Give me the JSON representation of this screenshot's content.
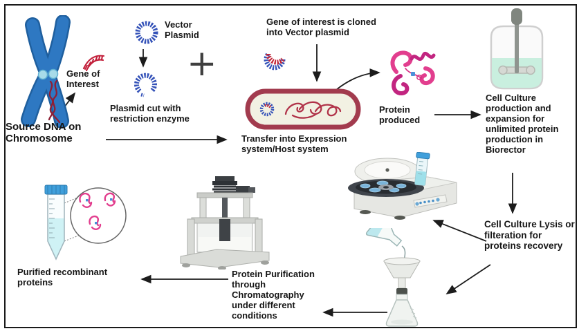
{
  "labels": {
    "source_dna": "Source DNA on Chromosome",
    "gene_of_interest": "Gene of Interest",
    "vector_plasmid": "Vector Plasmid",
    "plasmid_cut": "Plasmid cut with restriction enzyme",
    "plus_sign": "+",
    "gene_cloned": "Gene of interest is cloned into Vector plasmid",
    "transfer": "Transfer into Expression system/Host system",
    "protein_produced": "Protein produced",
    "cell_culture": "Cell Culture production and expansion for unlimited protein production in Biorector",
    "lysis": "Cell Culture Lysis or filteration for proteins recovery",
    "purification": "Protein Purification through Chromatography under different conditions",
    "purified": "Purified recombinant proteins"
  },
  "icons": [
    "chromosome-icon",
    "gene-fragment-icon",
    "vector-plasmid-icon",
    "cut-plasmid-icon",
    "recombinant-plasmid-icon",
    "bacterium-icon",
    "protein-icon",
    "bioreactor-icon",
    "centrifuge-icon",
    "filtration-icon",
    "chromatography-icon",
    "falcon-tube-icon",
    "magnifier-circle-icon",
    "flow-arrows"
  ],
  "colors": {
    "chromosome_blue": "#2e78c2",
    "centromere_blue": "#a7dbe9",
    "gene_red": "#c21f3a",
    "plasmid_blue": "#3452b8",
    "bacterium_outline": "#a23b4e",
    "bacterium_fill": "#f2f1e3",
    "protein_pink": "#e23e8e",
    "bioreactor_liquid": "#c9efdf",
    "cyan_liquid": "#9fe0ea",
    "tube_cap_blue": "#3f9fdb",
    "arrow_black": "#1c1c1c",
    "border_black": "#1a1a1a"
  }
}
